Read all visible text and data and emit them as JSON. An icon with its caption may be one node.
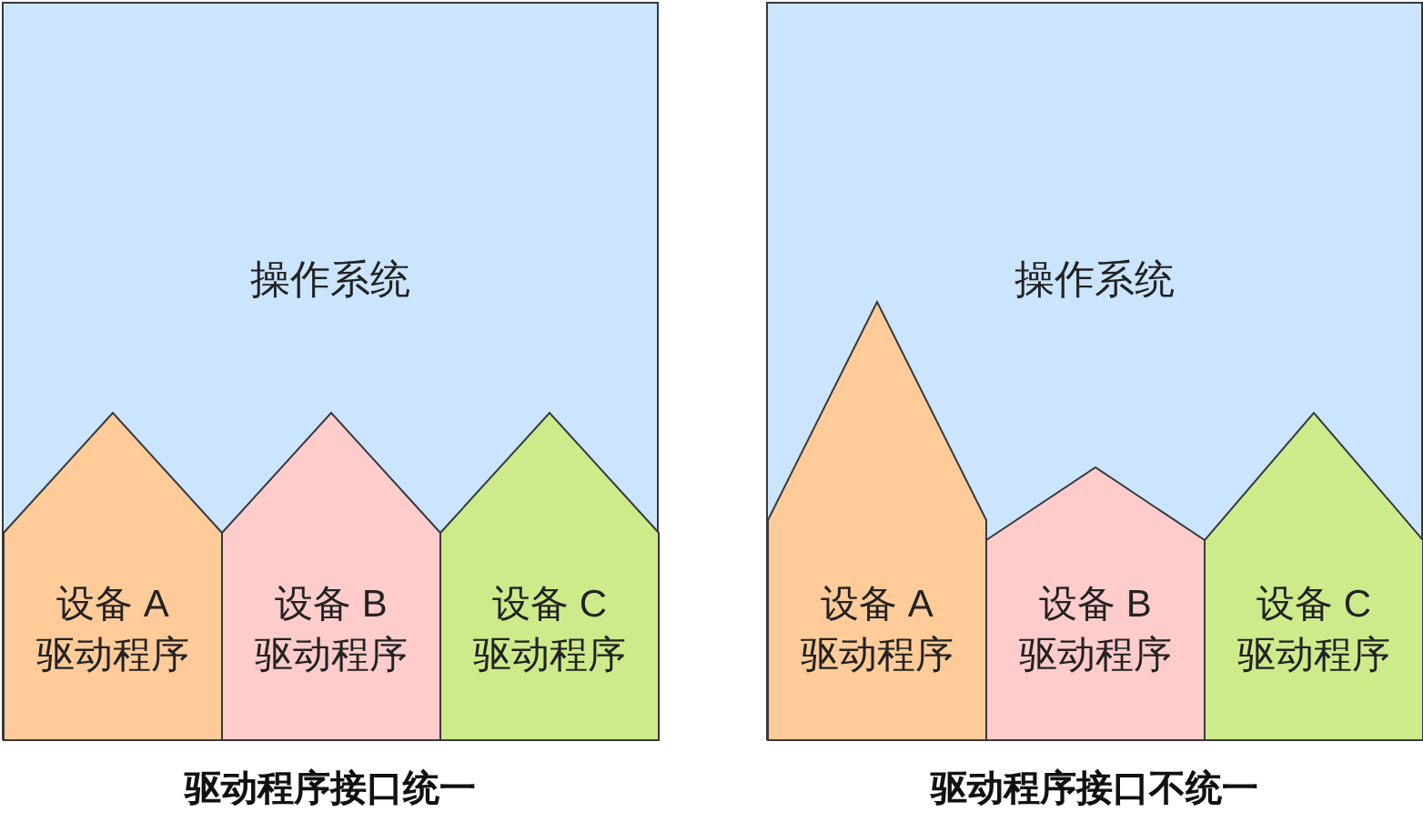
{
  "diagram": {
    "nodes": [
      {
        "text": [
          "操作系统"
        ]
      },
      {
        "text": [
          "设备 A 驱动程序"
        ],
        "in": 0
      },
      {
        "text": [
          "设备 B 驱动程序"
        ],
        "in": 0
      },
      {
        "text": [
          "设备 C 驱动程序"
        ],
        "in": 0
      },
      {
        "text": [
          "操作系统"
        ]
      },
      {
        "text": [
          "设备 A 驱动程序"
        ],
        "in": 4
      },
      {
        "text": [
          "设备 B 驱动程序"
        ],
        "in": 4
      },
      {
        "text": [
          "设备 C 驱动程序"
        ],
        "in": 4
      }
    ],
    "edges": [],
    "labels": [
      "驱动程序接口统一",
      "驱动程序接口不统一"
    ]
  }
}
